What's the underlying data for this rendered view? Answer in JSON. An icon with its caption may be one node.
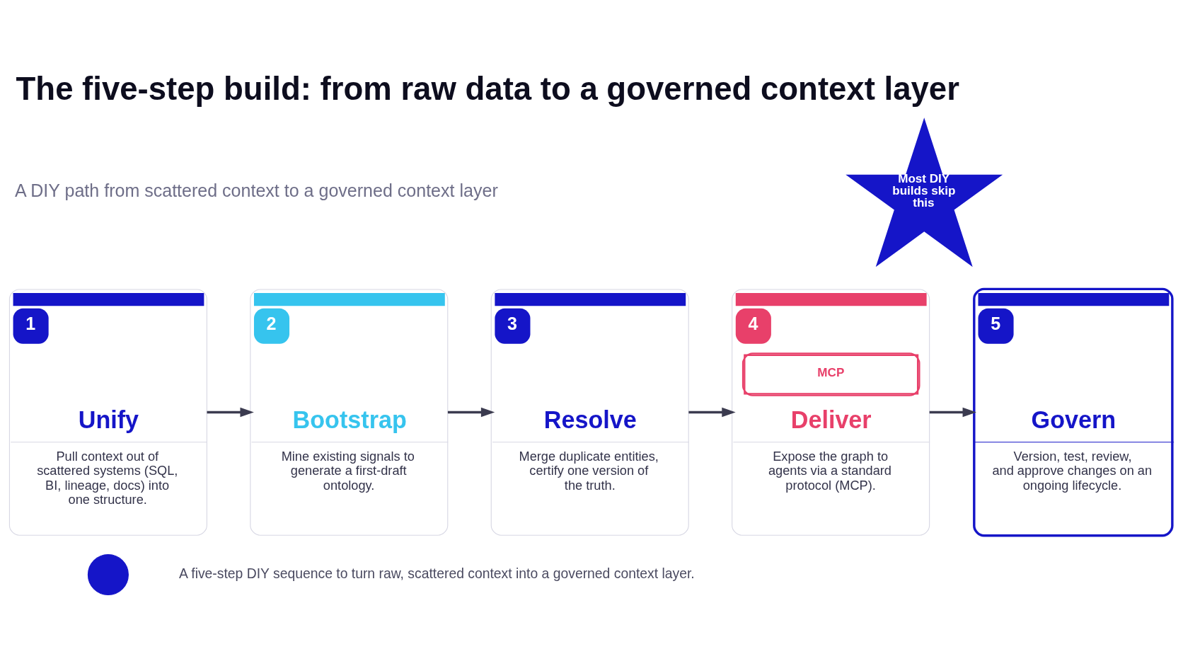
{
  "diagram": {
    "title": "The five-step build: from raw data to a governed context layer",
    "caption": "A five-step DIY sequence to turn raw, scattered context into a governed context layer.",
    "nodes": [
      {
        "text": [
          "1",
          "Unify",
          "Pull context out of scattered systems (SQL, BI, lineage, docs) into one structure."
        ]
      },
      {
        "text": [
          "2",
          "Bootstrap",
          "Mine existing signals to generate a first-draft ontology."
        ]
      },
      {
        "text": [
          "3",
          "Resolve",
          "Merge duplicate entities, certify one version of the truth."
        ]
      },
      {
        "text": [
          "4",
          "MCP",
          "Deliver",
          "Expose the graph to agents via a standard protocol (MCP)."
        ]
      },
      {
        "text": [
          "5",
          "Govern",
          "Version, test, review, and approve changes on an ongoing lifecycle."
        ]
      },
      {
        "text": [
          "Most DIY builds skip this"
        ]
      },
      {
        "text": [],
        "shape": "circle"
      }
    ],
    "edges": [
      {
        "from": 0,
        "to": 1,
        "arrow": "to"
      },
      {
        "from": 1,
        "to": 2,
        "arrow": "to"
      },
      {
        "from": 2,
        "to": 3,
        "arrow": "to"
      },
      {
        "from": 3,
        "to": 4,
        "arrow": "to"
      }
    ],
    "labels": [
      "A DIY path from scattered context to a governed context layer"
    ]
  }
}
